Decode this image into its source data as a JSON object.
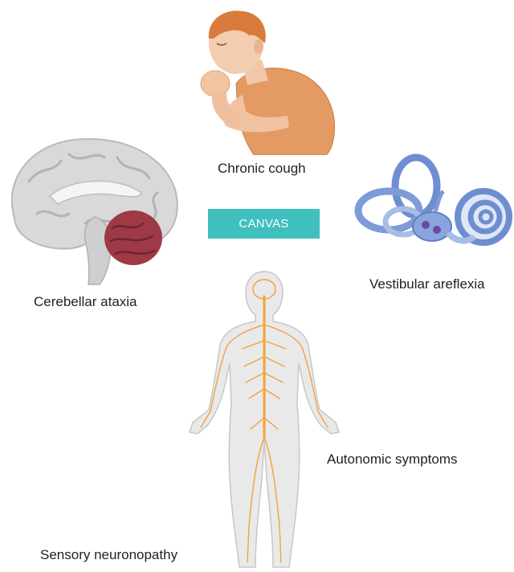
{
  "center_label": "CANVAS",
  "features": {
    "cough": "Chronic cough",
    "cerebellar": "Cerebellar ataxia",
    "vestibular": "Vestibular areflexia",
    "autonomic": "Autonomic symptoms",
    "sensory": "Sensory neuronopathy"
  },
  "colors": {
    "badge": "#3fbfbe",
    "nerves": "#f2a23a",
    "cerebellum": "#9e3a45",
    "inner_ear": "#6d8ed0",
    "skin": "#e8a273"
  }
}
